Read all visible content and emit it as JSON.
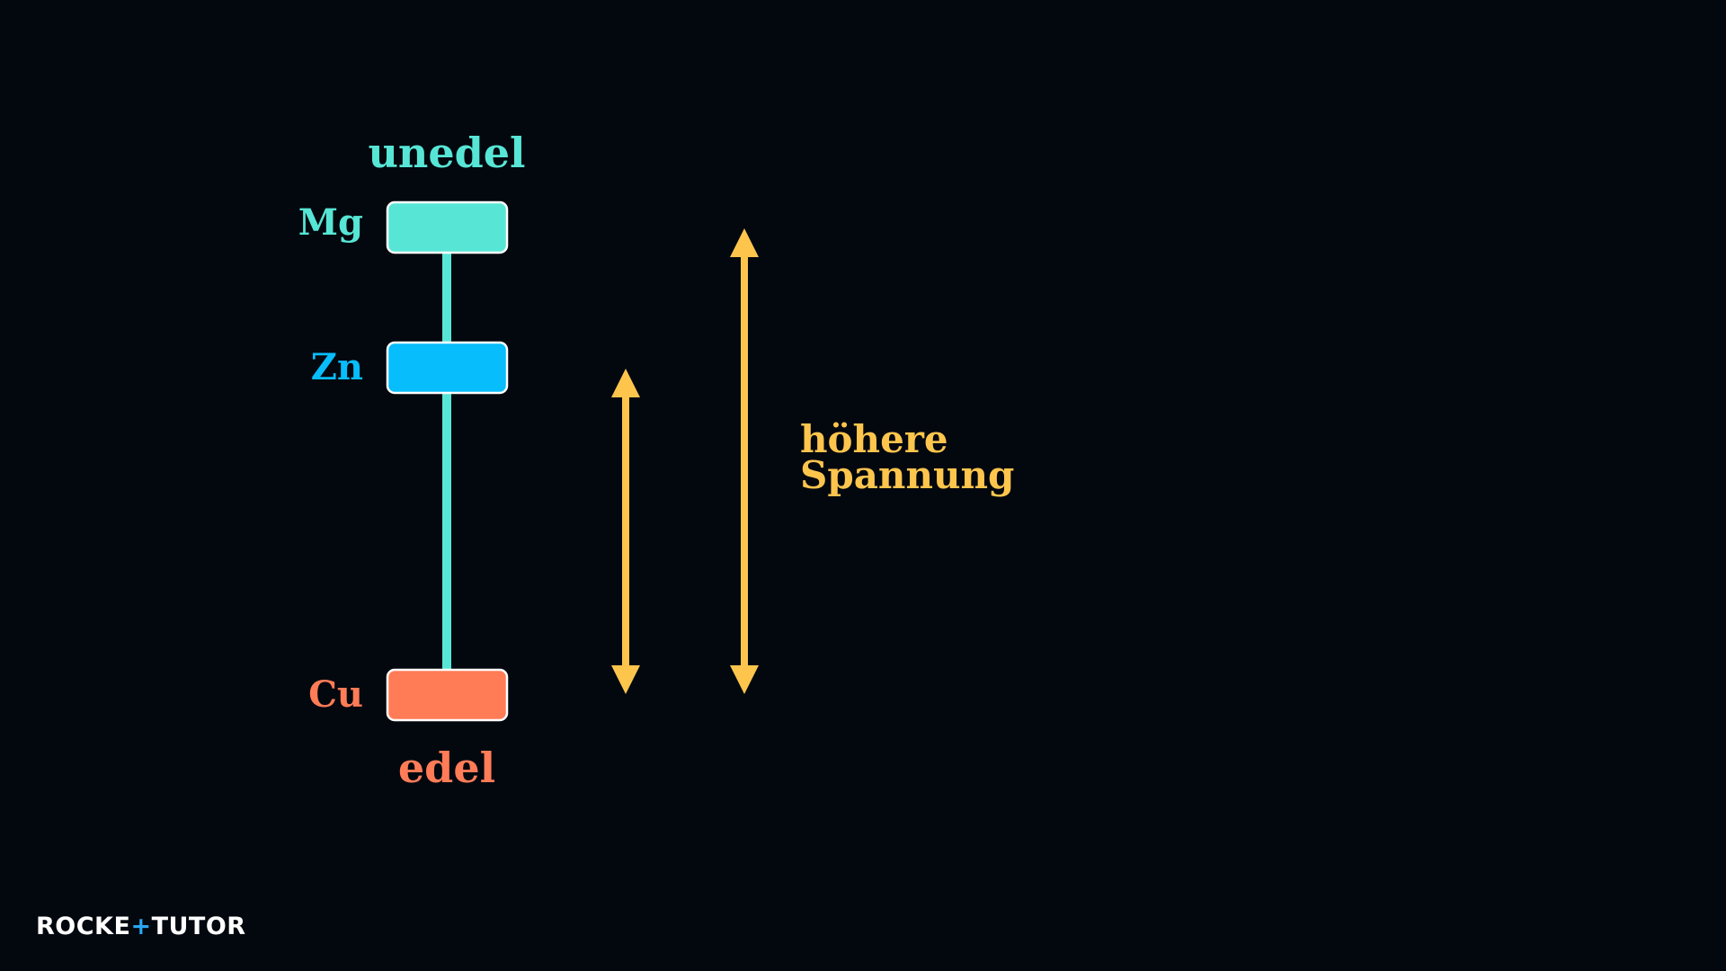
{
  "title_top": "unedel",
  "title_bottom": "edel",
  "metals": [
    {
      "symbol": "Mg",
      "color": "#57e6d5"
    },
    {
      "symbol": "Zn",
      "color": "#08bdfb"
    },
    {
      "symbol": "Cu",
      "color": "#ff7c57"
    }
  ],
  "annotation": {
    "line1": "höhere",
    "line2": "Spannung",
    "color": "#fec54d"
  },
  "connector_color": "#57e6d5",
  "logo": {
    "part1": "ROCKE",
    "part2": "+",
    "part3": "TUTO",
    "part4": "R",
    "accent_color": "#2aa8f5"
  }
}
